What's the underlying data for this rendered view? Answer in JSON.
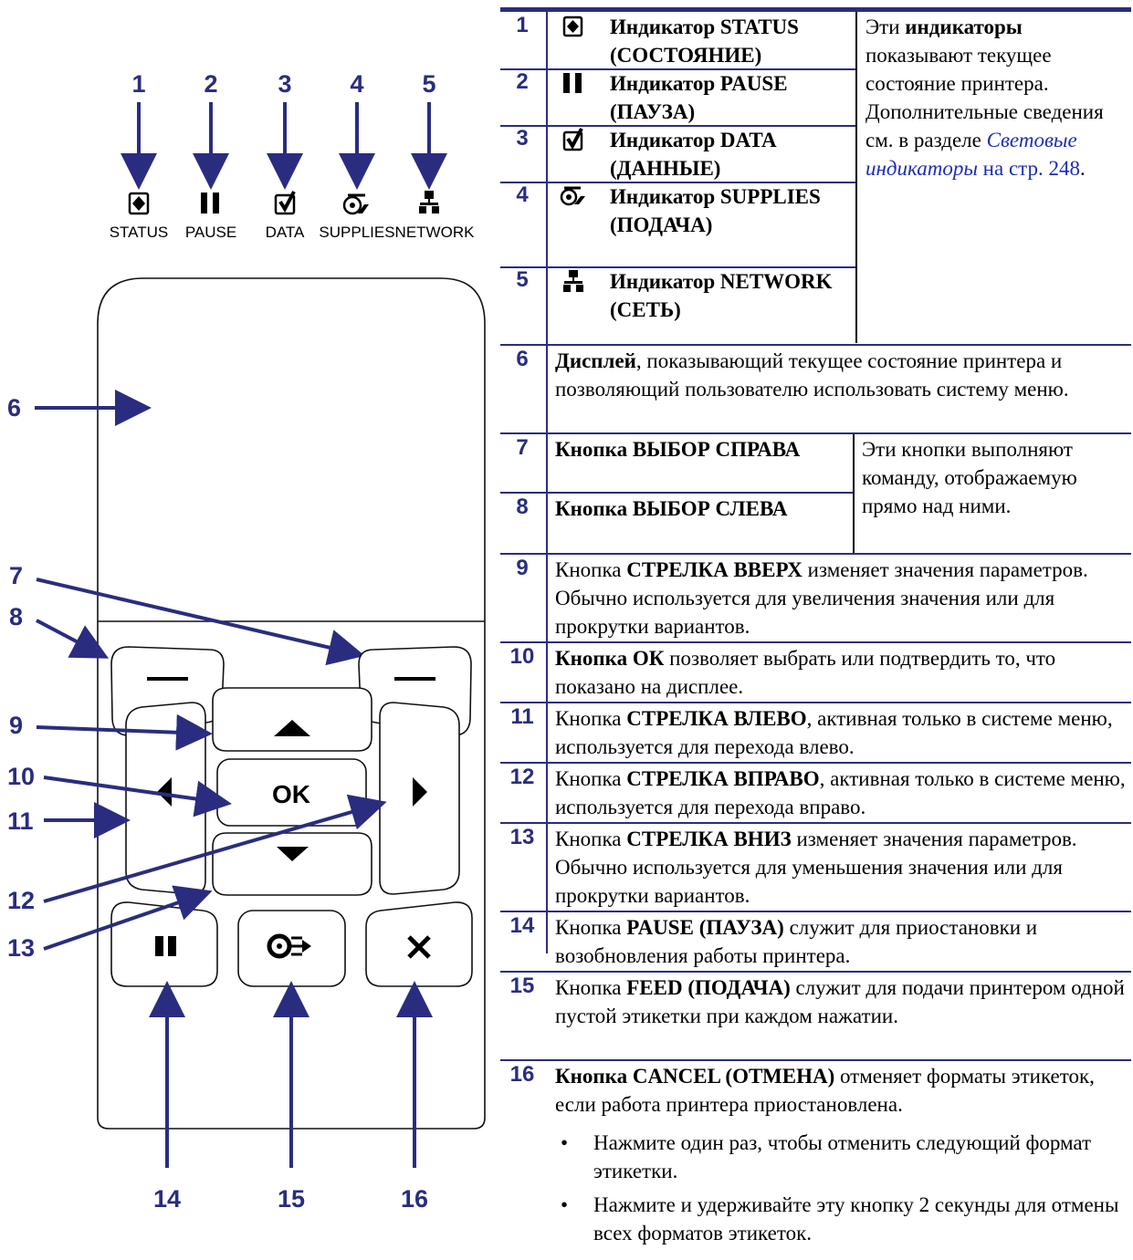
{
  "panel": {
    "callouts": [
      "1",
      "2",
      "3",
      "4",
      "5",
      "6",
      "7",
      "8",
      "9",
      "10",
      "11",
      "12",
      "13",
      "14",
      "15",
      "16"
    ],
    "indicator_labels": [
      "STATUS",
      "PAUSE",
      "DATA",
      "SUPPLIES",
      "NETWORK"
    ],
    "ok_label": "OK"
  },
  "table": {
    "led_rows": [
      {
        "num": "1",
        "icon": "status-icon",
        "name": "Индикатор STATUS (СОСТОЯНИЕ)"
      },
      {
        "num": "2",
        "icon": "pause-icon",
        "name": "Индикатор PAUSE (ПАУЗА)"
      },
      {
        "num": "3",
        "icon": "data-icon",
        "name": "Индикатор DATA (ДАННЫЕ)"
      },
      {
        "num": "4",
        "icon": "supplies-icon",
        "name": "Индикатор SUPPLIES (ПОДАЧА)"
      },
      {
        "num": "5",
        "icon": "network-icon",
        "name": "Индикатор NETWORK (СЕТЬ)"
      }
    ],
    "led_desc": {
      "pre": "Эти ",
      "bold": "индикаторы",
      "post": " показывают текущее состояние принтера. Дополнительные сведения см. в разделе ",
      "link": "Световые индикаторы",
      "page_link": "на стр. 248",
      "end": "."
    },
    "row6": {
      "num": "6",
      "bold": "Дисплей",
      "rest": ", показывающий текущее состояние принтера и позволяющий пользователю использовать систему меню."
    },
    "row7": {
      "num": "7",
      "name": "Кнопка ВЫБОР СПРАВА"
    },
    "row8": {
      "num": "8",
      "name": "Кнопка ВЫБОР СЛЕВА"
    },
    "select_desc": "Эти кнопки выполняют команду, отображаемую прямо над ними.",
    "rows": [
      {
        "num": "9",
        "pre": "Кнопка ",
        "bold": "СТРЕЛКА ВВЕРХ",
        "rest": " изменяет значения параметров. Обычно используется для увеличения значения или для прокрутки вариантов."
      },
      {
        "num": "10",
        "pre": "",
        "bold": "Кнопка ОК",
        "rest": " позволяет выбрать или подтвердить то, что показано на дисплее."
      },
      {
        "num": "11",
        "pre": "Кнопка ",
        "bold": "СТРЕЛКА ВЛЕВО",
        "rest": ", активная только в системе меню, используется для перехода влево."
      },
      {
        "num": "12",
        "pre": "Кнопка ",
        "bold": "СТРЕЛКА ВПРАВО",
        "rest": ", активная только в системе меню, используется для перехода вправо."
      },
      {
        "num": "13",
        "pre": "Кнопка ",
        "bold": "СТРЕЛКА ВНИЗ",
        "rest": " изменяет значения параметров. Обычно используется для уменьшения значения или для прокрутки вариантов."
      },
      {
        "num": "14",
        "pre": "Кнопка ",
        "bold": "PAUSE (ПАУЗА)",
        "rest": "  служит для приостановки и возобновления работы принтера."
      },
      {
        "num": "15",
        "pre": "Кнопка ",
        "bold": "FEED (ПОДАЧА)",
        "rest": " служит для подачи принтером одной пустой этикетки при каждом нажатии."
      },
      {
        "num": "16",
        "pre": "",
        "bold": "Кнопка CANCEL (ОТМЕНА)",
        "rest": " отменяет форматы этикеток, если работа принтера приостановлена."
      }
    ],
    "bullets": [
      "Нажмите один раз, чтобы отменить следующий формат этикетки.",
      "Нажмите и удерживайте эту кнопку 2 секунды для отмены всех форматов этикеток."
    ]
  }
}
